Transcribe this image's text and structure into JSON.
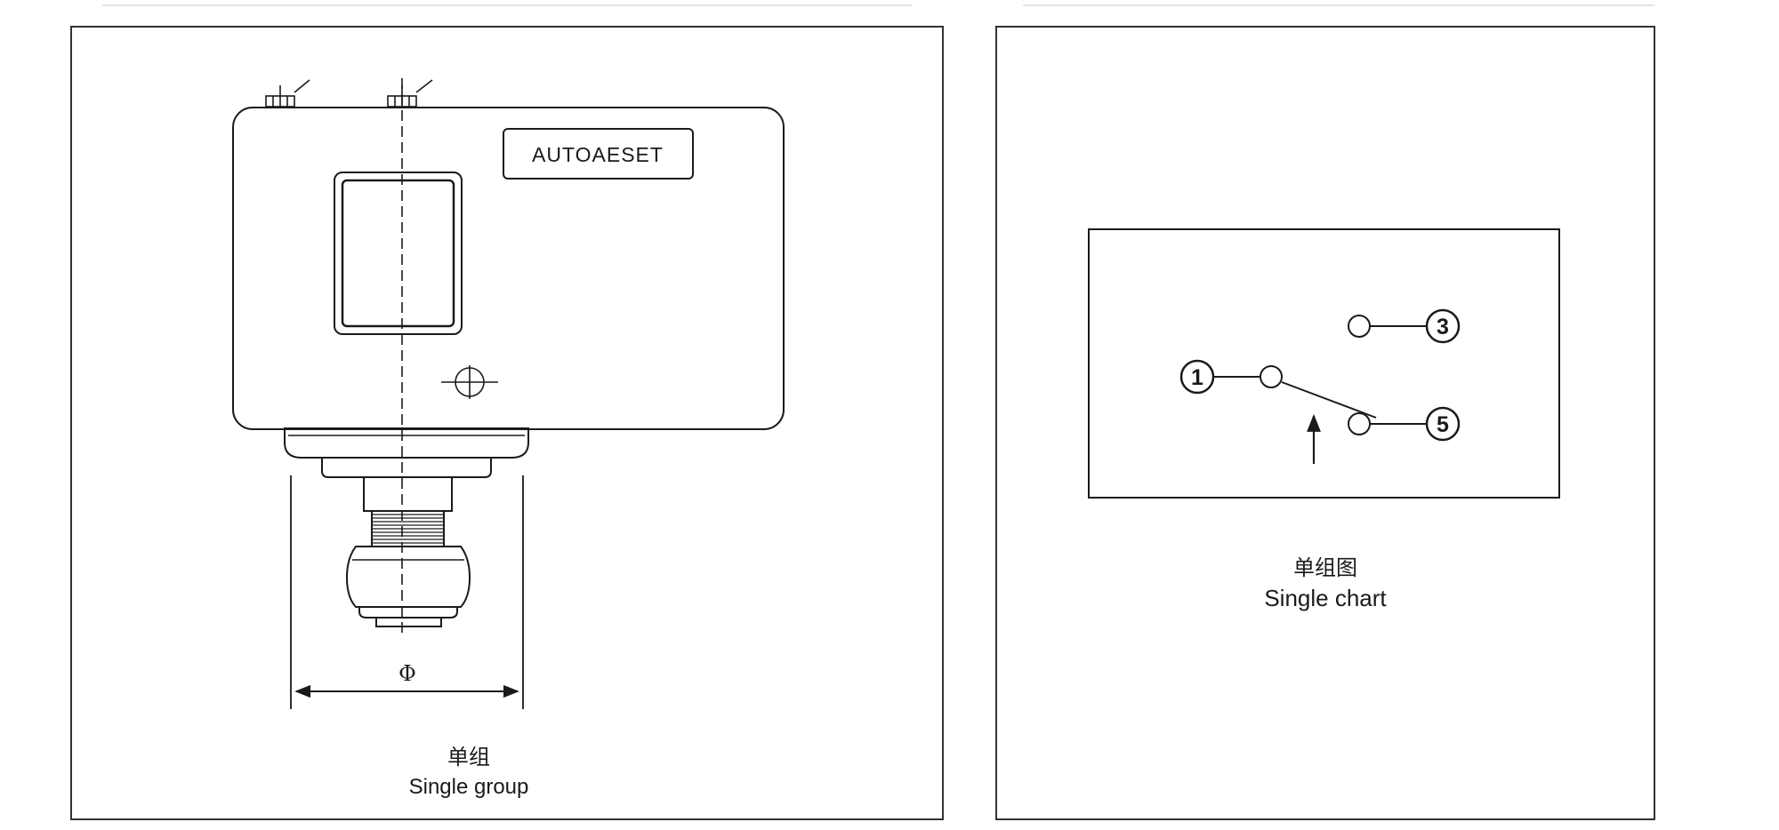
{
  "left_panel": {
    "brand_label": "AUTOAESET",
    "diameter_symbol": "Φ",
    "caption_cn": "单组",
    "caption_en": "Single group"
  },
  "right_panel": {
    "terminal_1": "1",
    "terminal_3": "3",
    "terminal_5": "5",
    "caption_cn": "单组图",
    "caption_en": "Single chart"
  }
}
